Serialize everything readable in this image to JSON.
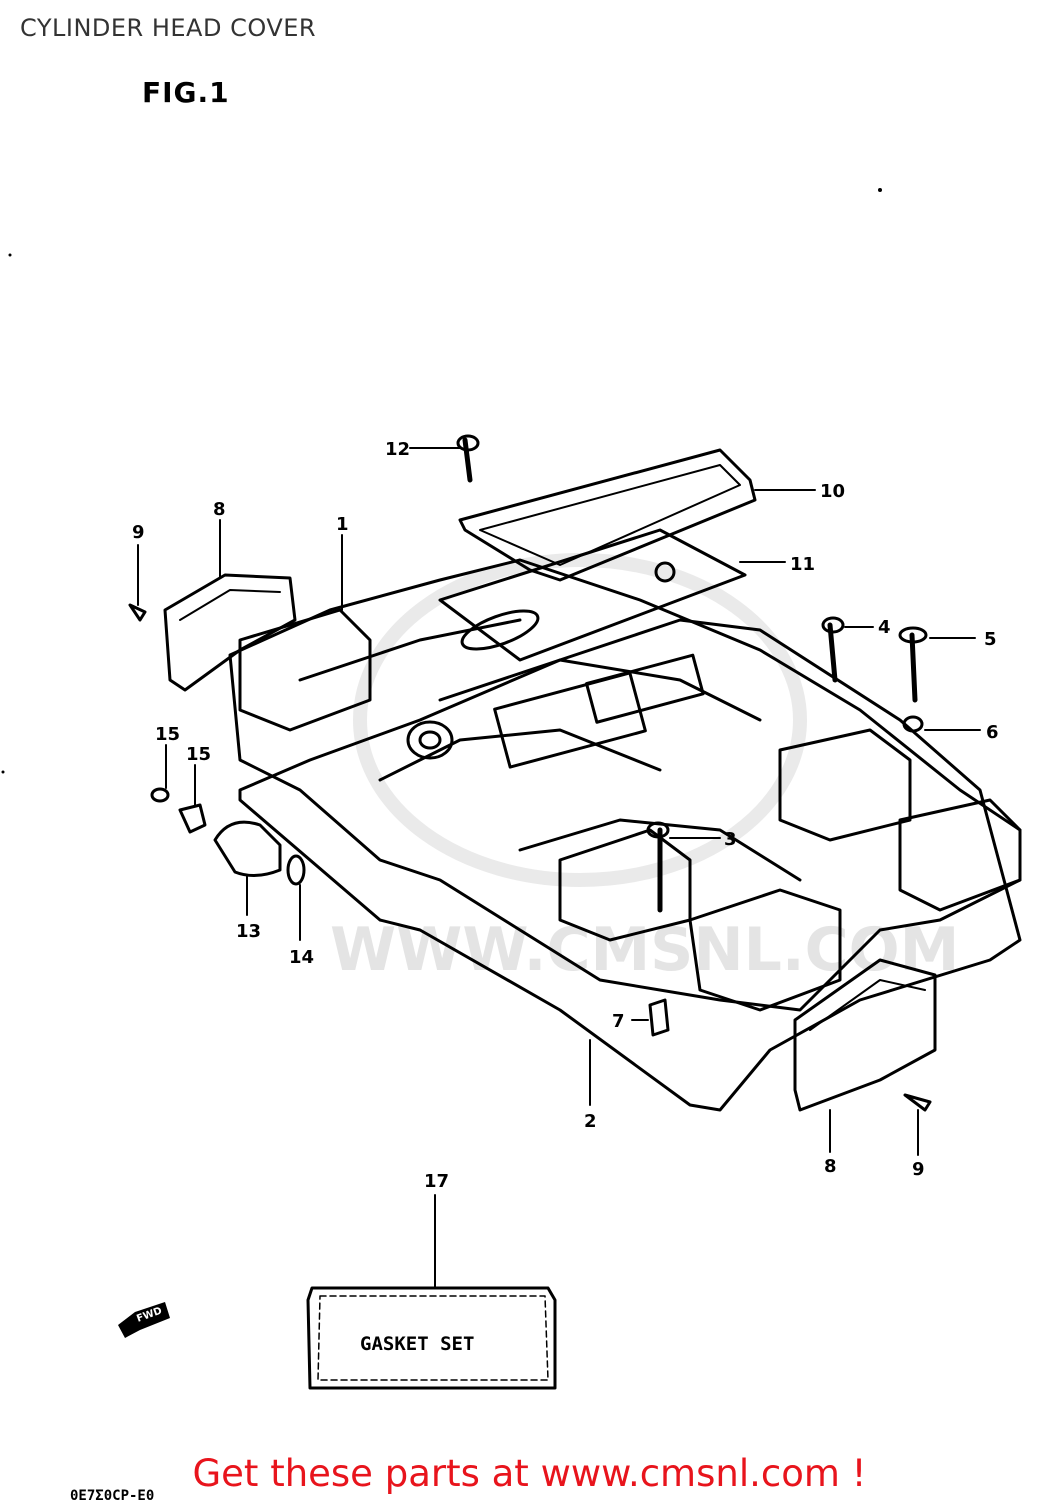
{
  "header": {
    "title": "CYLINDER HEAD COVER",
    "figure_label": "FIG.1"
  },
  "diagram": {
    "watermark": "WWW.CMSNL.COM",
    "fwd_label": "FWD",
    "gasket_set_label": "GASKET SET",
    "part_callouts": {
      "p1": "1",
      "p2": "2",
      "p3": "3",
      "p4": "4",
      "p5": "5",
      "p6": "6",
      "p7": "7",
      "p8_left": "8",
      "p8_right": "8",
      "p9_left": "9",
      "p9_right": "9",
      "p10": "10",
      "p11": "11",
      "p12": "12",
      "p13": "13",
      "p14": "14",
      "p15_a": "15",
      "p15_b": "15",
      "p17": "17"
    },
    "drawing_code": "0E7Σ0CP-E0"
  },
  "footer": {
    "promo_text": "Get these parts at www.cmsnl.com !"
  },
  "colors": {
    "promo": "#e8141c",
    "line": "#000000",
    "watermark": "#cfcfcf"
  }
}
